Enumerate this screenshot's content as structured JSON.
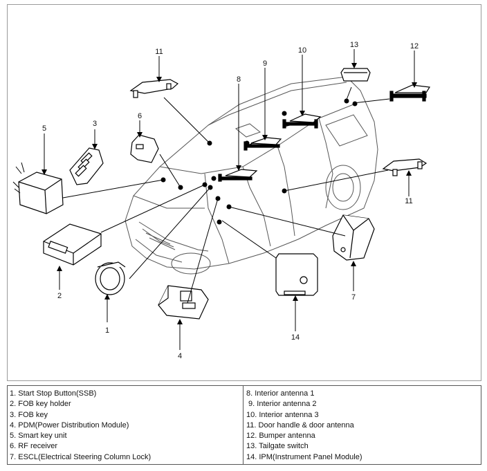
{
  "callouts": [
    "1",
    "2",
    "3",
    "4",
    "5",
    "6",
    "7",
    "8",
    "9",
    "10",
    "11",
    "11",
    "12",
    "13",
    "14"
  ],
  "legend": {
    "left": [
      "1. Start Stop Button(SSB)",
      "2. FOB key holder",
      "3. FOB key",
      "4. PDM(Power Distribution Module)",
      "5. Smart key unit",
      "6. RF receiver",
      "7. ESCL(Electrical Steering Column Lock)"
    ],
    "right": [
      "8. Interior antenna 1",
      " 9. Interior antenna 2",
      "10. Interior antenna 3",
      "11. Door handle & door antenna",
      "12. Bumper antenna",
      "13. Tailgate switch",
      "14. IPM(Instrument Panel Module)"
    ]
  }
}
